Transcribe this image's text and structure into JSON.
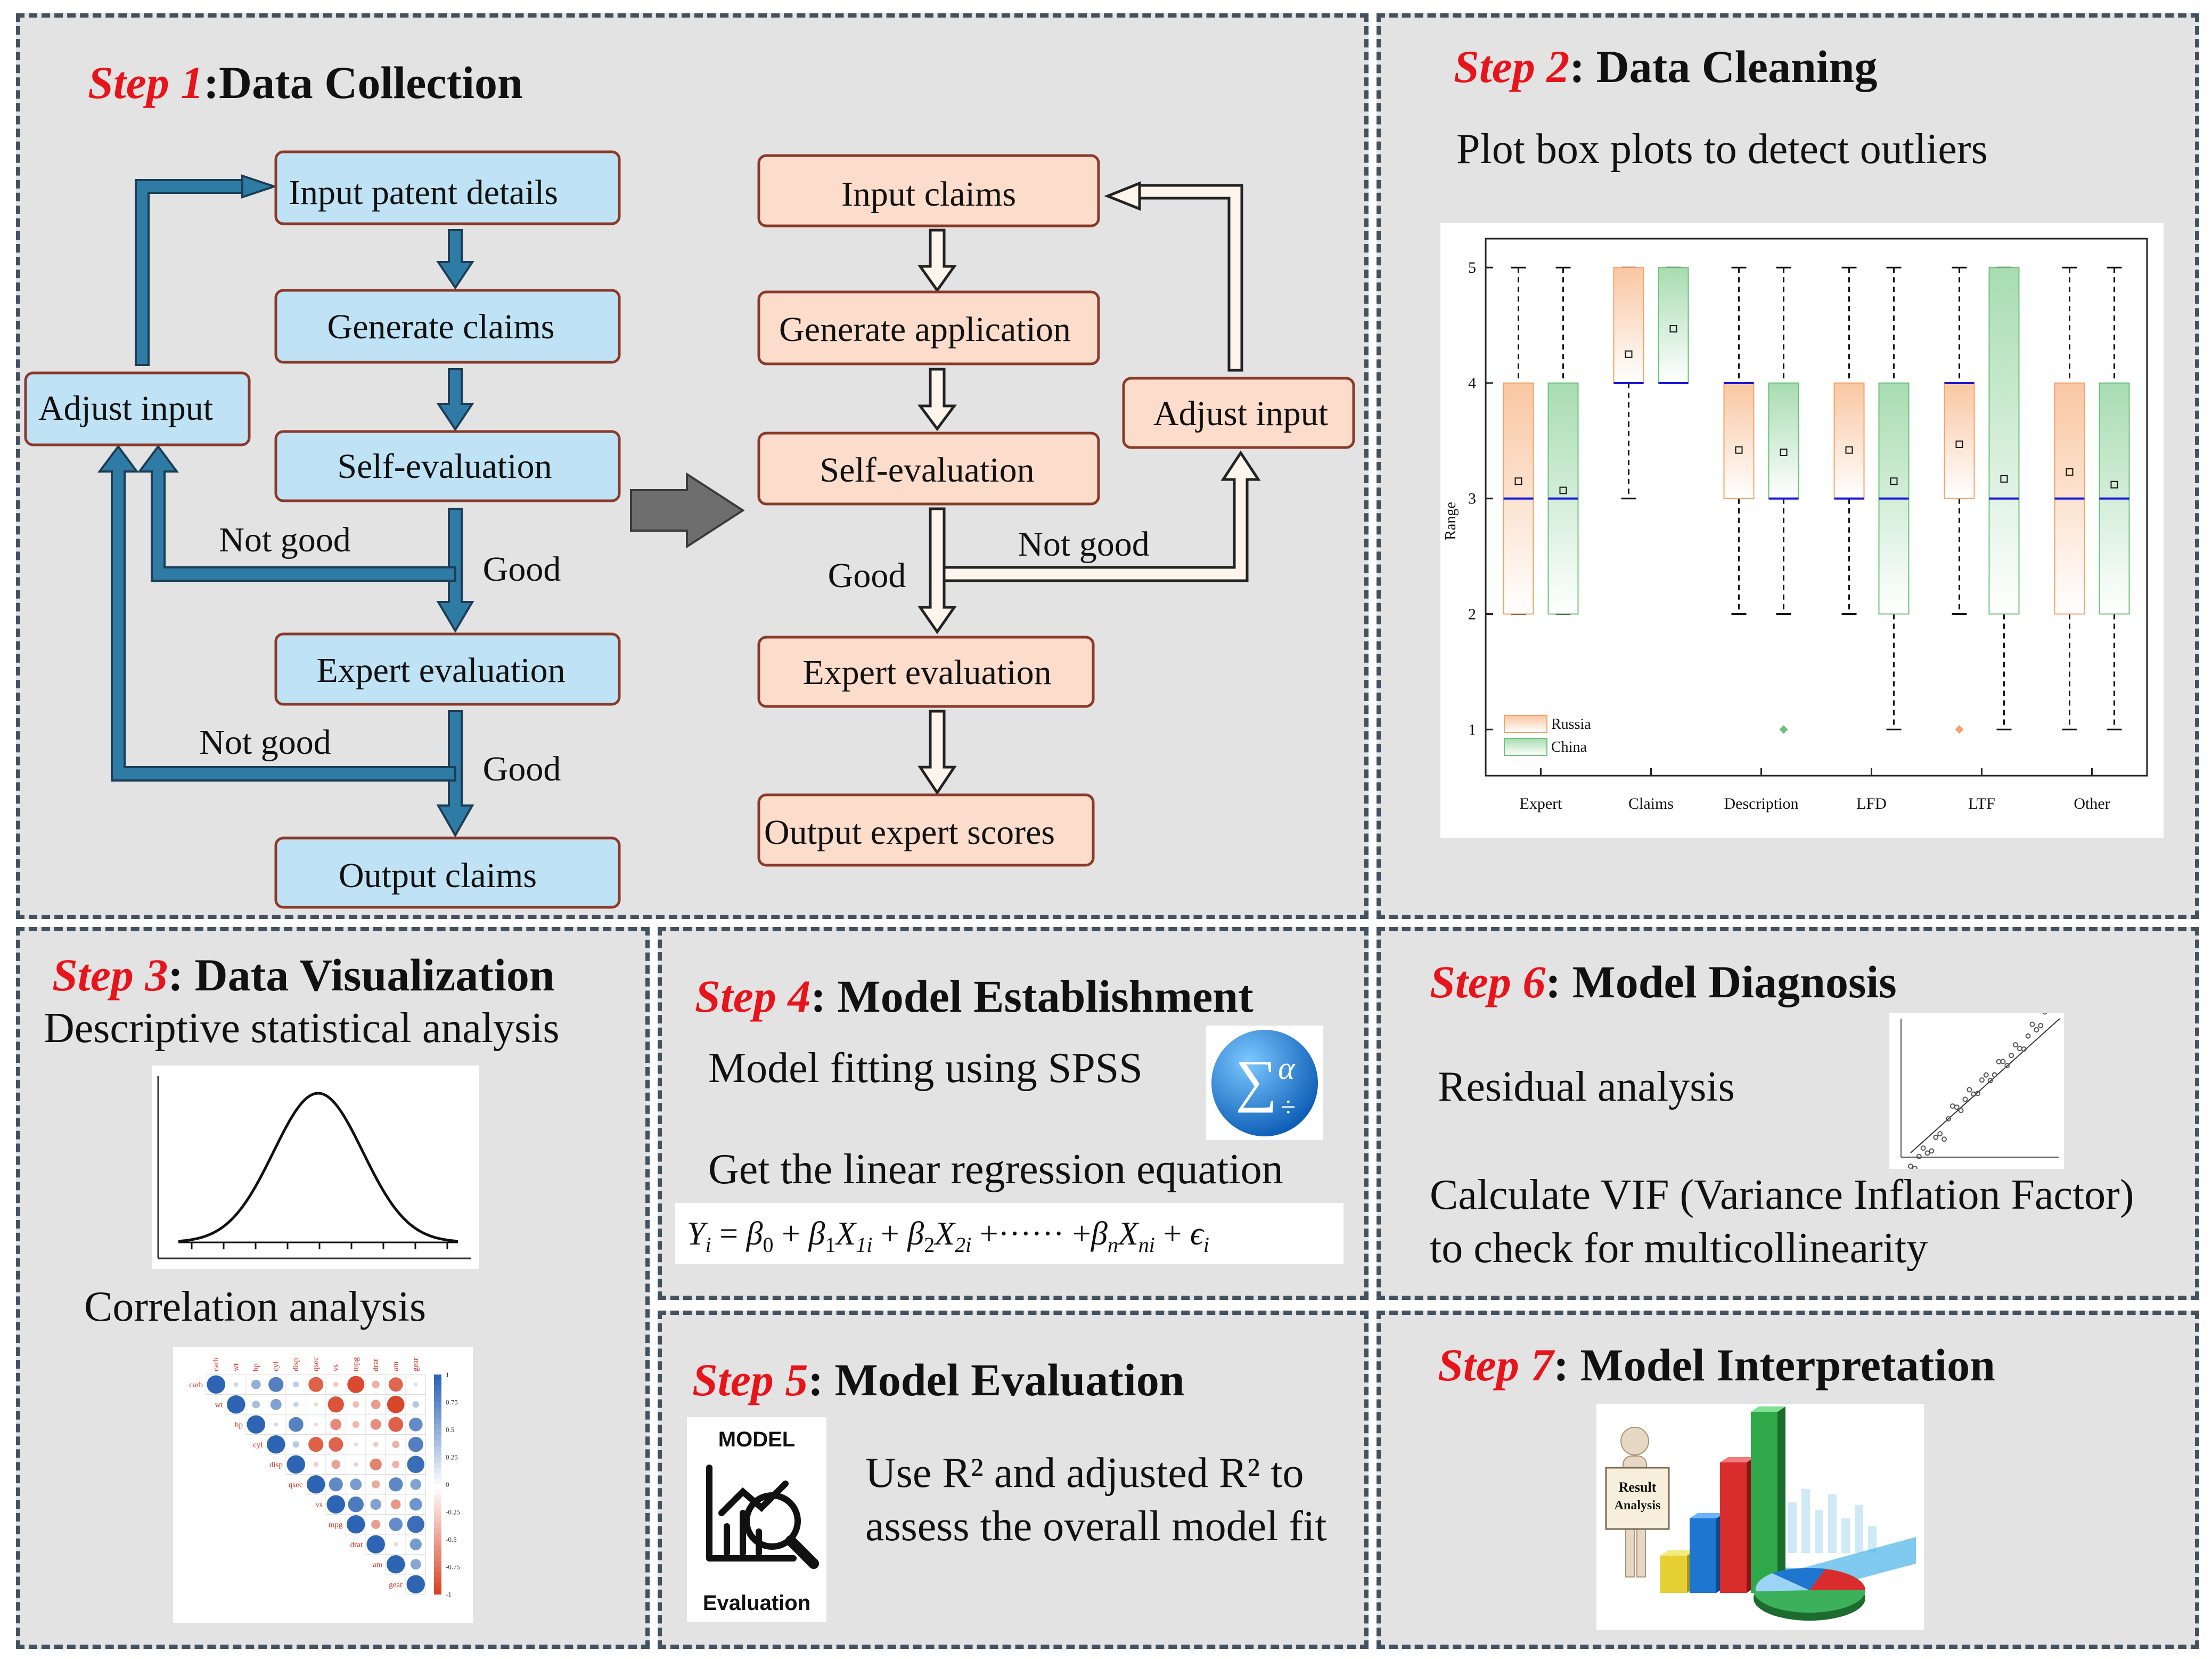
{
  "steps": [
    {
      "label": "Step 1",
      "title": ":Data Collection"
    },
    {
      "label": "Step 2",
      "title": ": Data Cleaning"
    },
    {
      "label": "Step 3",
      "title": ": Data Visualization"
    },
    {
      "label": "Step 4",
      "title": ": Model Establishment"
    },
    {
      "label": "Step 5",
      "title": ": Model Evaluation"
    },
    {
      "label": "Step 6",
      "title": ": Model Diagnosis"
    },
    {
      "label": "Step 7",
      "title": ": Model Interpretation"
    }
  ],
  "flow_left": {
    "boxes": [
      "Input patent details",
      "Generate claims",
      "Self-evaluation",
      "Expert evaluation",
      "Output claims"
    ],
    "adjust": "Adjust input",
    "not_good_1": "Not good",
    "good_1": "Good",
    "not_good_2": "Not good",
    "good_2": "Good"
  },
  "flow_right": {
    "boxes": [
      "Input claims",
      "Generate application",
      "Self-evaluation",
      "Expert evaluation",
      "Output expert scores"
    ],
    "adjust": "Adjust input",
    "good": "Good",
    "not_good": "Not good"
  },
  "step2_text": "Plot box plots to detect outliers",
  "step3": {
    "desc": "Descriptive statistical analysis",
    "corr": "Correlation analysis"
  },
  "step4": {
    "fit": "Model fitting using SPSS",
    "get": "Get the linear regression equation"
  },
  "step5": {
    "text1": "Use R² and adjusted R² to",
    "text2": "assess the overall model fit",
    "icon_top": "MODEL",
    "icon_bottom": "Evaluation"
  },
  "step6": {
    "residual": "Residual analysis",
    "vif1": "Calculate VIF (Variance Inflation Factor)",
    "vif2": "to check for multicollinearity"
  },
  "step7": {
    "sign1": "Result",
    "sign2": "Analysis"
  },
  "corr_vars": [
    "carb",
    "wt",
    "hp",
    "cyl",
    "disp",
    "qsec",
    "vs",
    "mpg",
    "drat",
    "am",
    "gear"
  ],
  "corr_scale": [
    "1",
    "0.75",
    "0.5",
    "0.25",
    "0",
    "-0.25",
    "-0.5",
    "-0.75",
    "-1"
  ],
  "colors": {
    "blue_box": "#bfe3f5",
    "orange_box": "#fcdccb",
    "box_border": "#8b3a2a",
    "step_red": "#e8141b",
    "arrow_blue": "#2e7ca6",
    "panel_bg": "#e3e3e3"
  },
  "chart_data": {
    "type": "box",
    "title": "",
    "xlabel": "",
    "ylabel": "Range",
    "ylim": [
      0.6,
      5.25
    ],
    "yticks": [
      "1",
      "2",
      "3",
      "4",
      "5"
    ],
    "categories": [
      "Expert",
      "Claims",
      "Description",
      "LFD",
      "LTF",
      "Other"
    ],
    "legend_position": "bottom-left",
    "series": [
      {
        "name": "Russia",
        "color": "#f5a26a",
        "boxes": [
          {
            "min": 2,
            "q1": 2,
            "median": 3,
            "q3": 4,
            "max": 5,
            "mean": 3.15,
            "outliers": []
          },
          {
            "min": 3,
            "q1": 4,
            "median": 4,
            "q3": 5,
            "max": 5,
            "mean": 4.25,
            "outliers": []
          },
          {
            "min": 2,
            "q1": 3,
            "median": 4,
            "q3": 4,
            "max": 5,
            "mean": 3.42,
            "outliers": []
          },
          {
            "min": 2,
            "q1": 3,
            "median": 3,
            "q3": 4,
            "max": 5,
            "mean": 3.42,
            "outliers": []
          },
          {
            "min": 2,
            "q1": 3,
            "median": 4,
            "q3": 4,
            "max": 5,
            "mean": 3.47,
            "outliers": [
              1
            ]
          },
          {
            "min": 1,
            "q1": 2,
            "median": 3,
            "q3": 4,
            "max": 5,
            "mean": 3.23,
            "outliers": []
          }
        ]
      },
      {
        "name": "China",
        "color": "#6cc17a",
        "boxes": [
          {
            "min": 2,
            "q1": 2,
            "median": 3,
            "q3": 4,
            "max": 5,
            "mean": 3.07,
            "outliers": []
          },
          {
            "min": 4,
            "q1": 4,
            "median": 4,
            "q3": 5,
            "max": 5,
            "mean": 4.47,
            "outliers": []
          },
          {
            "min": 2,
            "q1": 3,
            "median": 3,
            "q3": 4,
            "max": 5,
            "mean": 3.4,
            "outliers": [
              1
            ]
          },
          {
            "min": 1,
            "q1": 2,
            "median": 3,
            "q3": 4,
            "max": 5,
            "mean": 3.15,
            "outliers": []
          },
          {
            "min": 1,
            "q1": 2,
            "median": 3,
            "q3": 5,
            "max": 5,
            "mean": 3.17,
            "outliers": []
          },
          {
            "min": 1,
            "q1": 2,
            "median": 3,
            "q3": 4,
            "max": 5,
            "mean": 3.12,
            "outliers": []
          }
        ]
      }
    ]
  }
}
